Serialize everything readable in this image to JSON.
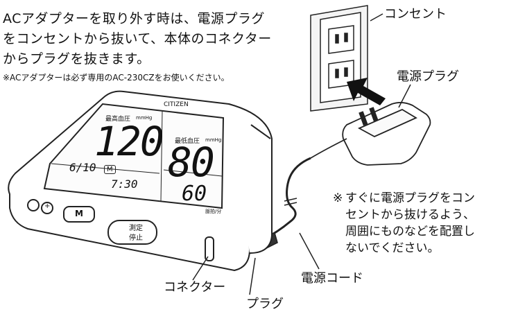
{
  "instruction": {
    "lines": [
      "ACアダプターを取り外す時は、電源プラグ",
      "をコンセントから抜いて、本体のコネクター",
      "からプラグを抜きます。"
    ],
    "note": "※ACアダプターは必ず専用のAC-230CZをお使いください。"
  },
  "labels": {
    "outlet": "コンセント",
    "power_plug": "電源プラグ",
    "power_cord": "電源コード",
    "connector": "コネクター",
    "plug": "プラグ"
  },
  "side_note": {
    "mark": "※",
    "lines": [
      "すぐに電源プラグをコン",
      "セントから抜けるよう、",
      "周囲にものなどを配置し",
      "ないでください。"
    ]
  },
  "device": {
    "brand": "CITIZEN",
    "systolic_label": "最高血圧",
    "diastolic_label": "最低血圧",
    "unit": "mmHg",
    "systolic": "120",
    "diastolic": "80",
    "pulse": "60",
    "date": "6/10",
    "time": "7:30",
    "memory_mark": "M",
    "pulse_label": "脈拍/分",
    "btn_m": "M",
    "btn_plus": "+",
    "btn_start": "測定",
    "btn_stop": "停止"
  }
}
